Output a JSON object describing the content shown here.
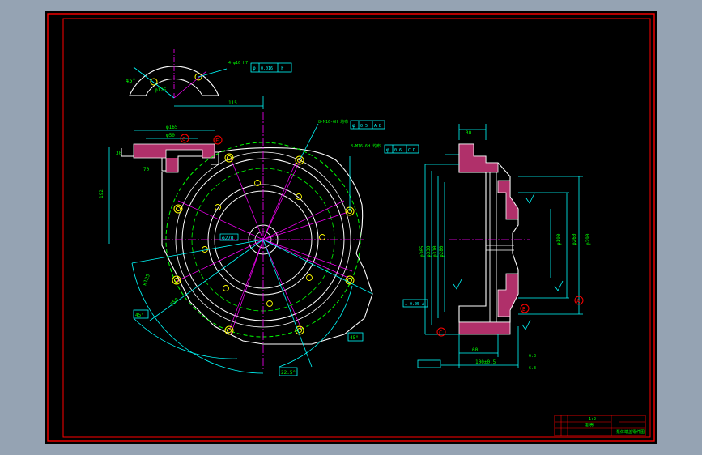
{
  "colors": {
    "background": "#000000",
    "page": "#95a3b3",
    "frame": "#ff0000",
    "outline": "#ffffff",
    "center_line": "#ff00ff",
    "dimension": "#00ffff",
    "section_fill": "#b0306a",
    "hidden": "#00ff00",
    "text_green": "#00ff00",
    "yellow": "#ffff00"
  },
  "top_view": {
    "detail_angle": "45°",
    "detail_dia": "φ125",
    "detail_width": "115",
    "width_165": "φ165",
    "width_50": "φ50",
    "height_192": "192",
    "small_30": "30",
    "small_70": "70",
    "tolerance_1": {
      "text": "4-φ16 H7",
      "sym": "φ",
      "val": "0.016",
      "datum": "F"
    },
    "tolerance_2": {
      "text": "8-M16-6H 均布",
      "sym": "φ",
      "val": "0.5",
      "datums": "A B"
    },
    "tolerance_3": {
      "text": "8-M16-6H 均布",
      "sym": "φ",
      "val": "0.6",
      "datums": "C D"
    },
    "dim_r125": "R125",
    "dim_45_left": "45°",
    "dim_45_right": "45°",
    "dim_r50": "R50",
    "dim_bottom": "22.5°",
    "dim_270": "φ270",
    "label_f": "F",
    "label_g": "G"
  },
  "side_view": {
    "top_dim": "30",
    "dims_vertical": [
      "φ365",
      "φ330",
      "φ310",
      "φ280"
    ],
    "dims_right": [
      "φ290",
      "φ260",
      "φ190"
    ],
    "tolerance_box": "⊥ 0.05 A",
    "bottom_dim_1": "60",
    "bottom_dim_2": "100±0.5",
    "label_a": "A",
    "label_b": "B",
    "label_c": "C",
    "roughness": [
      "6.3",
      "6.3"
    ]
  },
  "title_block": {
    "part_name": "机壳",
    "drawing_no": "泵体端盖零件图",
    "scale": "1:2"
  }
}
